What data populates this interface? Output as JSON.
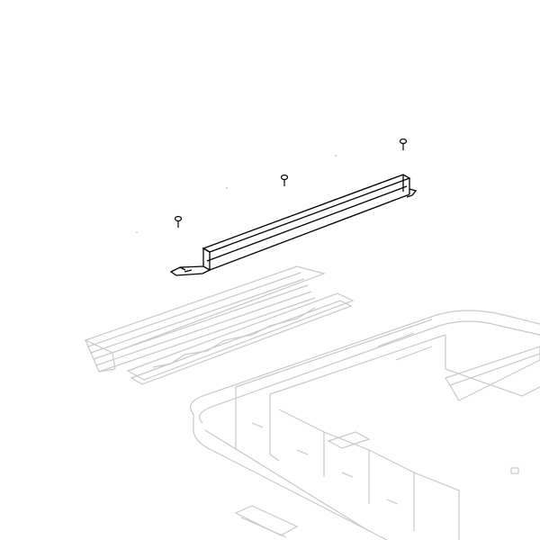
{
  "diagram": {
    "type": "exploded-parts-drawing",
    "colors": {
      "highlighted_part": "#000000",
      "ghosted_parts": "#c8c8c8",
      "background": "#ffffff"
    },
    "parts": [
      {
        "name": "mounting-bar",
        "highlighted": true
      },
      {
        "name": "screw",
        "count": 3,
        "highlighted": true
      },
      {
        "name": "slat-rail-assembly",
        "highlighted": false
      },
      {
        "name": "guide-rail",
        "highlighted": false
      },
      {
        "name": "frame",
        "highlighted": false
      },
      {
        "name": "latch-part",
        "highlighted": false
      }
    ]
  }
}
